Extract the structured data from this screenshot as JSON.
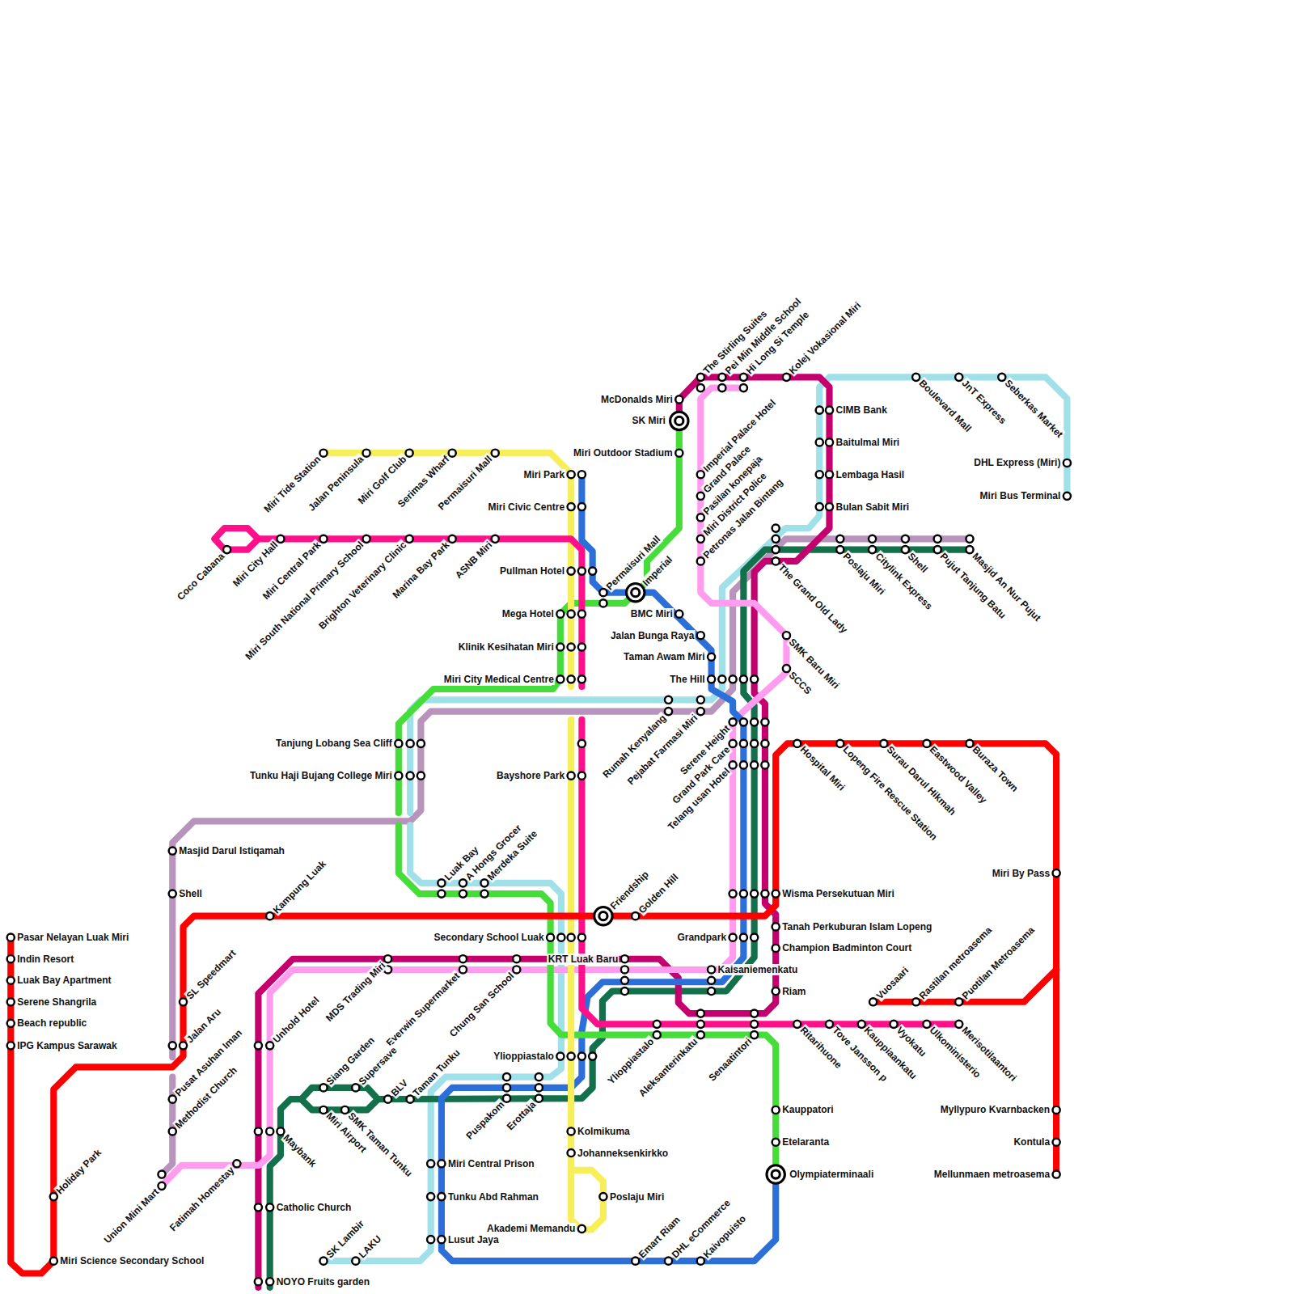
{
  "diagram": {
    "labels": [
      "The Stirling Suites",
      "Pei Min Middle School",
      "Hi Long Si Temple",
      "Kolej Vokasional Miri",
      "McDonalds Miri",
      "SK Miri",
      "Miri Outdoor Stadium",
      "Imperial Palace Hotel",
      "Grand Palace",
      "Pasilan konepaja",
      "Miri District Police",
      "Petronas Jalan Bintang",
      "Boulevard Mall",
      "JnT Express",
      "Seberkas Market",
      "DHL Express (Miri)",
      "Miri Bus Terminal",
      "CIMB Bank",
      "Baitulmal Miri",
      "Lembaga Hasil",
      "Bulan Sabit Miri",
      "The Grand Old Lady",
      "Poslaju Miri",
      "Citylink Express",
      "Shell",
      "Pujut Tanjung Batu",
      "Masjid An Nur Pujut",
      "SMK Baru Miri",
      "SCCS",
      "Miri Tide Station",
      "Jalan Peninsula",
      "Miri Golf Club",
      "Serimas Wharf",
      "Permaisuri Mall",
      "Miri Park",
      "Miri Civic Centre",
      "Coco Cabana",
      "Miri City Hall",
      "Miri Central Park",
      "Miri South National Primary School",
      "Brighton Veterinary Clinic",
      "Marina Bay Park",
      "ASNB Miri",
      "Pullman Hotel",
      "Permaisuri Mall",
      "Imperial",
      "Mega Hotel",
      "Klinik Kesihatan Miri",
      "Miri City Medical Centre",
      "BMC Miri",
      "Jalan Bunga Raya",
      "Taman Awam Miri",
      "The Hill",
      "Rumah Kenyalang",
      "Pejabat Farmasi Miri",
      "Serene Height",
      "Grand Park Care",
      "Telang usan Hotel",
      "Tanjung Lobang Sea Cliff",
      "Tunku Haji Bujang College Miri",
      "Bayshore Park",
      "Hospital Miri",
      "Lopeng Fire Rescue Station",
      "Surau Darul Hikmah",
      "Eastwood Valley",
      "Buraza Town",
      "Masjid Darul Istiqamah",
      "Shell",
      "Luak Bay",
      "A Hongs Grocer",
      "Merdeka Suite",
      "Friendship",
      "Golden Hill",
      "Kampung Luak",
      "Wisma Persekutuan Miri",
      "Miri By Pass",
      "Tanah Perkuburan Islam Lopeng",
      "Champion Badminton Court",
      "Kaisaniemenkatu",
      "Riam",
      "Grandpark",
      "Secondary School Luak",
      "KRT Luak Baru",
      "Pasar Nelayan Luak Miri",
      "Indin Resort",
      "Luak Bay Apartment",
      "Serene Shangrila",
      "Beach republic",
      "IPG Kampus Sarawak",
      "SL Speedmart",
      "Jalan Aru",
      "Pusat Asuhan Iman",
      "Methodist Church",
      "Union Mini Mart",
      "Fatimah Homestay",
      "Unhold Hotel",
      "MDS Trading Miri",
      "Everwin Supermarket",
      "Chung San School",
      "Siang Garden",
      "Supersave",
      "BLV",
      "Taman Tunku",
      "Miri Airport",
      "SMK Taman Tunku",
      "Maybank",
      "Catholic Church",
      "NOYO Fruits garden",
      "Holiday Park",
      "Miri Science Secondary School",
      "Miri Central Prison",
      "Tunku Abd Rahman",
      "Lusut Jaya",
      "SK Lambir",
      "LAKU",
      "Puspakom",
      "Erottaja",
      "Ylioppiastalo",
      "Ylioppiastalo",
      "Aleksanterinkatu",
      "Senaatintori",
      "Ritarihuone",
      "Tove Jansson p",
      "Kauppiaankatu",
      "Vyokatu",
      "Ulkoministerio",
      "Merisotilaantori",
      "Vuosaari",
      "Rastilan metroasema",
      "Puotilan Metroasema",
      "Kolmikuma",
      "Johanneksenkirkko",
      "Poslaju Miri",
      "Akademi Memandu",
      "Emart Riam",
      "DHL eCommerce",
      "Kaivopuisto",
      "Kauppatori",
      "Etelaranta",
      "Olympiaterminaali",
      "Myllypuro Kvarnbacken",
      "Kontula",
      "Mellunmaen metroasema"
    ]
  }
}
